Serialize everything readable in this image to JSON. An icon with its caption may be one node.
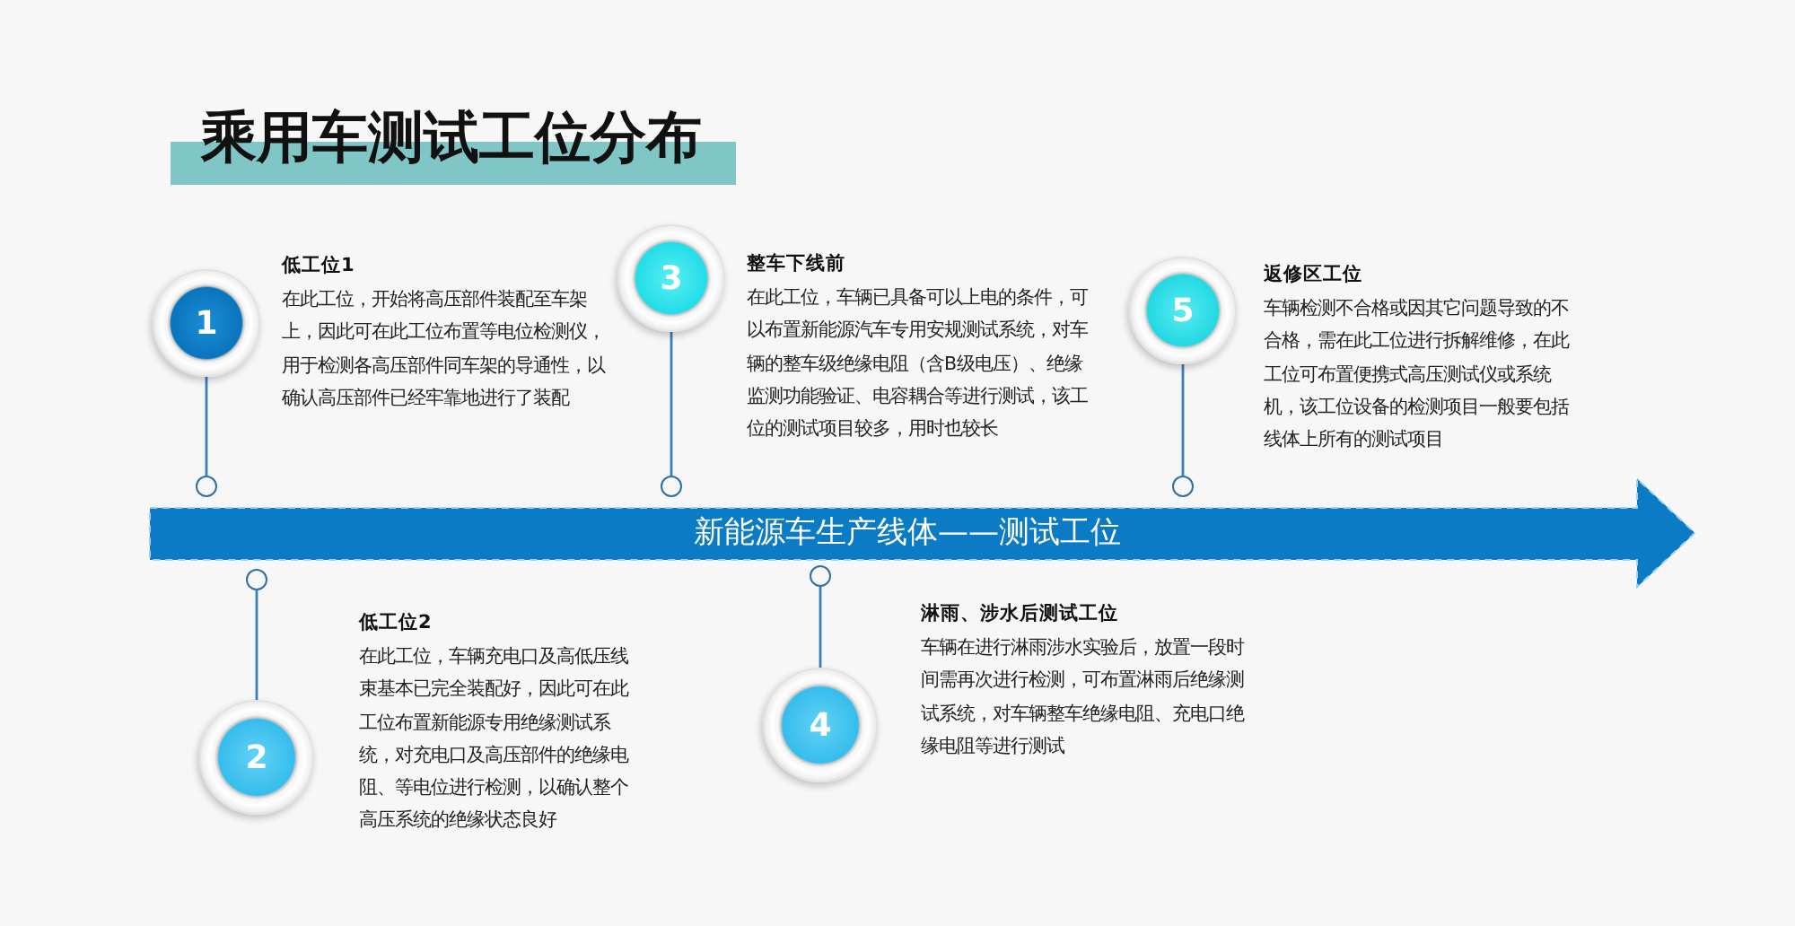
{
  "diagram": {
    "title": "乘用车测试工位分布",
    "nodes": [
      {
        "text": [
          "1"
        ],
        "beside": [
          "低工位1",
          "在此工位，开始将高压部件装配至车架上，因此可在此工位布置等电位检测仪，用于检测各高压部件同车架的导通性，以确认高压部件已经牢靠地进行了装配"
        ]
      },
      {
        "text": [
          "2"
        ],
        "beside": [
          "低工位2",
          "在此工位，车辆充电口及高低压线束基本已完全装配好，因此可在此工位布置新能源专用绝缘测试系统，对充电口及高压部件的绝缘电阻、等电位进行检测，以确认整个高压系统的绝缘状态良好"
        ]
      },
      {
        "text": [
          "3"
        ],
        "beside": [
          "整车下线前",
          "在此工位，车辆已具备可以上电的条件，可以布置新能源汽车专用安规测试系统，对车辆的整车级绝缘电阻（含B级电压）、绝缘监测功能验证、电容耦合等进行测试，该工位的测试项目较多，用时也较长"
        ]
      },
      {
        "text": [
          "4"
        ],
        "beside": [
          "淋雨、涉水后测试工位",
          "车辆在进行淋雨涉水实验后，放置一段时间需再次进行检测，可布置淋雨后绝缘测试系统，对车辆整车绝缘电阻、充电口绝缘电阻等进行测试"
        ]
      },
      {
        "text": [
          "5"
        ],
        "beside": [
          "返修区工位",
          "车辆检测不合格或因其它问题导致的不合格，需在此工位进行拆解维修，在此工位可布置便携式高压测试仪或系统机，该工位设备的检测项目一般要包括线体上所有的测试项目"
        ]
      },
      {
        "text": [
          "新能源车生产线体——测试工位"
        ]
      },
      {
        "text": [],
        "shape": "circle"
      },
      {
        "text": [],
        "shape": "circle"
      },
      {
        "text": [],
        "shape": "circle"
      },
      {
        "text": [],
        "shape": "circle"
      },
      {
        "text": [],
        "shape": "circle"
      }
    ],
    "edges": [
      {
        "from": 0,
        "to": 6,
        "arrow": "none"
      },
      {
        "from": 1,
        "to": 7,
        "arrow": "none"
      },
      {
        "from": 2,
        "to": 8,
        "arrow": "none"
      },
      {
        "from": 3,
        "to": 9,
        "arrow": "none"
      },
      {
        "from": 4,
        "to": 10,
        "arrow": "none"
      }
    ]
  }
}
